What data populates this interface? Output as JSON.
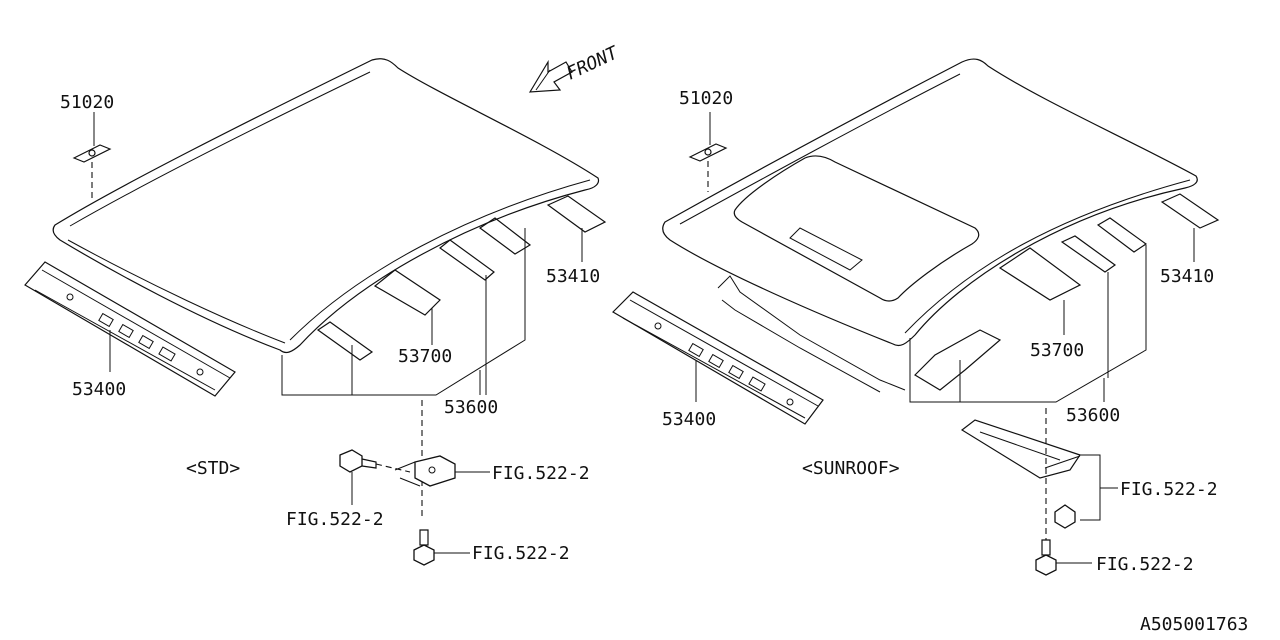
{
  "front_label": "FRONT",
  "std": {
    "title": "<STD>",
    "labels": {
      "p51020": "51020",
      "p53400": "53400",
      "p53700": "53700",
      "p53600": "53600",
      "p53410": "53410",
      "fig_bolt_left": "FIG.522-2",
      "fig_bracket": "FIG.522-2",
      "fig_bolt_bottom": "FIG.522-2"
    }
  },
  "sunroof": {
    "title": "<SUNROOF>",
    "labels": {
      "p51020": "51020",
      "p53400": "53400",
      "p53700": "53700",
      "p53600": "53600",
      "p53410": "53410",
      "fig_clip": "FIG.522-2",
      "fig_bolt_bottom": "FIG.522-2"
    }
  },
  "diagram_id": "A505001763"
}
